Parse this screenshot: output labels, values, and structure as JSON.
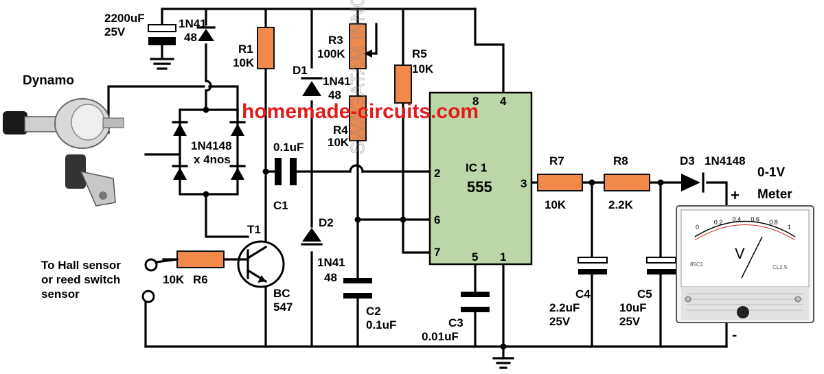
{
  "watermark": "homemade-circuits.com",
  "watermark_faint": "SWAGATAM INNOVATIONS",
  "dynamo": {
    "label": "Dynamo"
  },
  "c_input": {
    "value": "2200uF",
    "voltage": "25V"
  },
  "d_top": {
    "name": "1N41",
    "name2": "48"
  },
  "bridge": {
    "name": "1N4148",
    "qty": "x 4nos"
  },
  "r1": {
    "name": "R1",
    "value": "10K"
  },
  "d1": {
    "name": "D1",
    "part": "1N41",
    "part2": "48"
  },
  "r3": {
    "name": "R3",
    "value": "100K"
  },
  "r4": {
    "name": "R4",
    "value": "10K"
  },
  "r5": {
    "name": "R5",
    "value": "10K"
  },
  "c1": {
    "name": "C1",
    "value": "0.1uF"
  },
  "d2": {
    "name": "D2",
    "part": "1N41",
    "part2": "48"
  },
  "c2": {
    "name": "C2",
    "value": "0.1uF"
  },
  "c3": {
    "name": "C3",
    "value": "0.01uF"
  },
  "ic": {
    "name": "IC 1",
    "type": "555",
    "pin8": "8",
    "pin4": "4",
    "pin2": "2",
    "pin3": "3",
    "pin6": "6",
    "pin7": "7",
    "pin5": "5",
    "pin1": "1"
  },
  "t1": {
    "name": "T1",
    "part": "BC",
    "part2": "547"
  },
  "r6": {
    "name": "R6",
    "value": "10K"
  },
  "sensor": {
    "line1": "To Hall sensor",
    "line2": "or reed switch",
    "line3": "sensor"
  },
  "r7": {
    "name": "R7",
    "value": "10K"
  },
  "r8": {
    "name": "R8",
    "value": "2.2K"
  },
  "d3": {
    "name": "D3",
    "part": "1N4148"
  },
  "c4": {
    "name": "C4",
    "value": "2.2uF",
    "voltage": "25V"
  },
  "c5": {
    "name": "C5",
    "value": "10uF",
    "voltage": "25V"
  },
  "meter": {
    "title1": "0-1V",
    "title2": "Meter",
    "plus": "+",
    "minus": "-",
    "unit": "V",
    "scale": [
      "0",
      "0.2",
      "0.4",
      "0.6",
      "0.8",
      "1"
    ],
    "model": "85C1",
    "class": "CL2.5"
  }
}
